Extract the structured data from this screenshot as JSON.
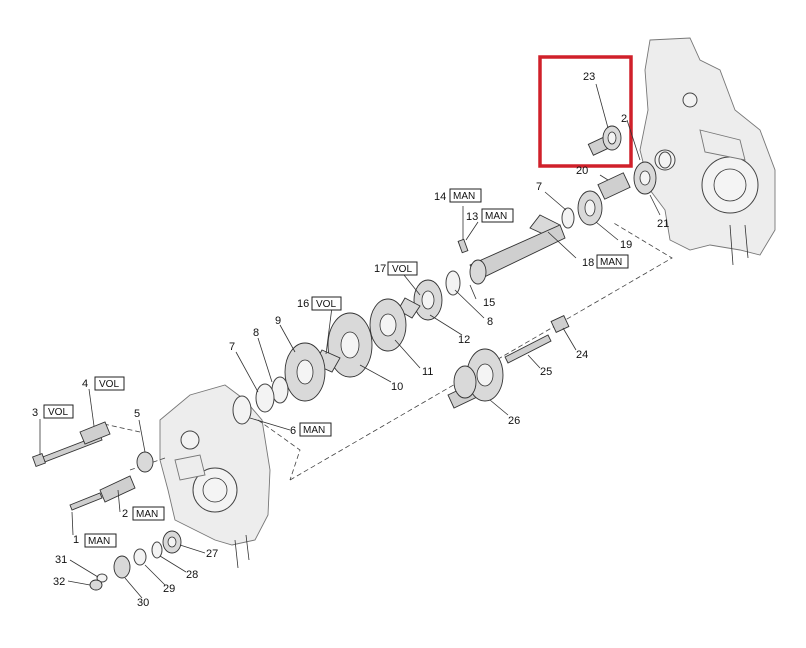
{
  "labels": [
    {
      "id": "p23",
      "text": "23"
    },
    {
      "id": "p22",
      "text": "2"
    },
    {
      "id": "p20",
      "text": "20"
    },
    {
      "id": "p21",
      "text": "21"
    },
    {
      "id": "p7a",
      "text": "7"
    },
    {
      "id": "p19",
      "text": "19"
    },
    {
      "id": "p14",
      "text": "14"
    },
    {
      "id": "p13",
      "text": "13"
    },
    {
      "id": "p18",
      "text": "18"
    },
    {
      "id": "p17",
      "text": "17"
    },
    {
      "id": "p15",
      "text": "15"
    },
    {
      "id": "p16",
      "text": "16"
    },
    {
      "id": "p8a",
      "text": "8"
    },
    {
      "id": "p12",
      "text": "12"
    },
    {
      "id": "p9",
      "text": "9"
    },
    {
      "id": "p8b",
      "text": "8"
    },
    {
      "id": "p7b",
      "text": "7"
    },
    {
      "id": "p11",
      "text": "11"
    },
    {
      "id": "p24",
      "text": "24"
    },
    {
      "id": "p10",
      "text": "10"
    },
    {
      "id": "p25",
      "text": "25"
    },
    {
      "id": "p4",
      "text": "4"
    },
    {
      "id": "p3",
      "text": "3"
    },
    {
      "id": "p5",
      "text": "5"
    },
    {
      "id": "p6",
      "text": "6"
    },
    {
      "id": "p26",
      "text": "26"
    },
    {
      "id": "p2",
      "text": "2"
    },
    {
      "id": "p1",
      "text": "1"
    },
    {
      "id": "p27",
      "text": "27"
    },
    {
      "id": "p31",
      "text": "31"
    },
    {
      "id": "p28",
      "text": "28"
    },
    {
      "id": "p32",
      "text": "32"
    },
    {
      "id": "p29",
      "text": "29"
    },
    {
      "id": "p30",
      "text": "30"
    }
  ],
  "tags": [
    {
      "id": "t14",
      "text": "MAN"
    },
    {
      "id": "t13",
      "text": "MAN"
    },
    {
      "id": "t18",
      "text": "MAN"
    },
    {
      "id": "t17",
      "text": "VOL"
    },
    {
      "id": "t16",
      "text": "VOL"
    },
    {
      "id": "t4",
      "text": "VOL"
    },
    {
      "id": "t3",
      "text": "VOL"
    },
    {
      "id": "t6",
      "text": "MAN"
    },
    {
      "id": "t2",
      "text": "MAN"
    },
    {
      "id": "t1",
      "text": "MAN"
    }
  ],
  "colors": {
    "highlight": "#d0202a",
    "line": "#333333",
    "paper": "#ffffff"
  }
}
